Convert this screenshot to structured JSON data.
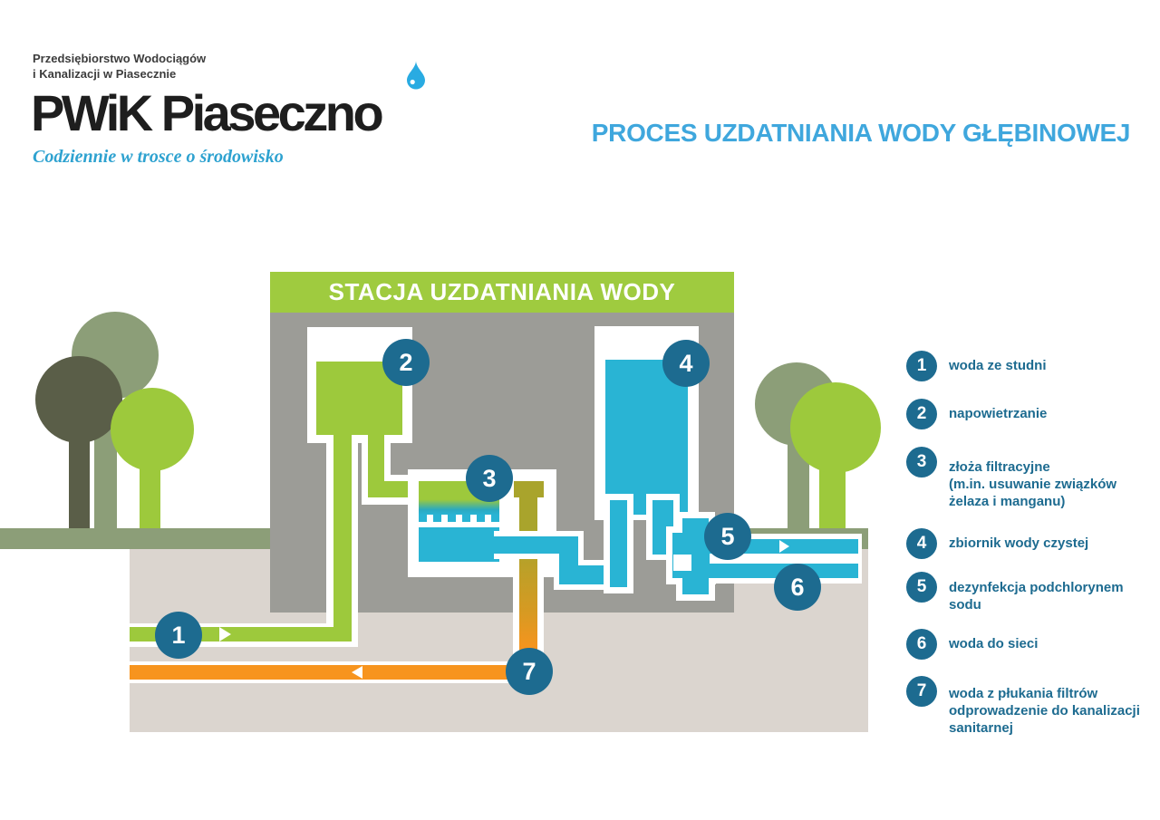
{
  "logo": {
    "company_line1": "Przedsiębiorstwo Wodociągów",
    "company_line2": "i Kanalizacji w Piasecznie",
    "brand": "PWiK Piaseczno",
    "tagline": "Codziennie w trosce o środowisko"
  },
  "header": {
    "title": "PROCES UZDATNIANIA WODY GŁĘBINOWEJ"
  },
  "diagram": {
    "station_label": "STACJA UZDATNIANIA WODY",
    "badges": [
      "1",
      "2",
      "3",
      "4",
      "5",
      "6",
      "7"
    ]
  },
  "legend": {
    "items": [
      {
        "num": "1",
        "lines": [
          "woda ze studni"
        ]
      },
      {
        "num": "2",
        "lines": [
          "napowietrzanie"
        ]
      },
      {
        "num": "3",
        "lines": [
          "złoża filtracyjne",
          "(m.in. usuwanie związków",
          "żelaza i manganu)"
        ]
      },
      {
        "num": "4",
        "lines": [
          "zbiornik wody czystej"
        ]
      },
      {
        "num": "5",
        "lines": [
          "dezynfekcja podchlorynem",
          "sodu"
        ]
      },
      {
        "num": "6",
        "lines": [
          "woda do sieci"
        ]
      },
      {
        "num": "7",
        "lines": [
          "woda z płukania filtrów",
          "odprowadzenie do kanalizacji",
          "sanitarnej"
        ]
      }
    ]
  },
  "colors": {
    "lime_green": "#9DC93C",
    "sage_green": "#8C9E78",
    "dark_olive": "#5A5E48",
    "cyan": "#29B4D4",
    "badge_teal": "#1D6B90",
    "orange": "#F7941E",
    "building_gray": "#9C9C97",
    "underground_beige": "#DBD5CF",
    "title_blue": "#3FA7DD",
    "drop_blue": "#29ABE2"
  }
}
